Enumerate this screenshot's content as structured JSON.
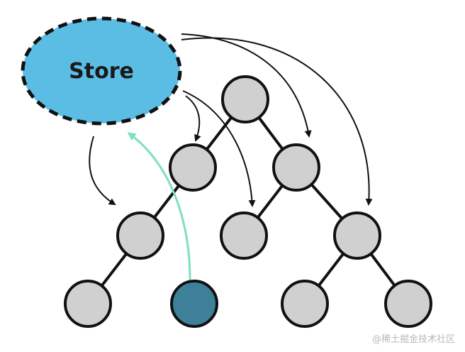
{
  "store": {
    "label": "Store",
    "fill_color": "#5bbde4",
    "border_style": "dashed"
  },
  "tree": {
    "node_fill_color": "#d0d0d0",
    "highlighted_node_color": "#3e7f9a",
    "edge_color": "#111111",
    "nodes": [
      {
        "id": "root",
        "level": 0,
        "highlighted": false
      },
      {
        "id": "l1-left",
        "level": 1,
        "highlighted": false
      },
      {
        "id": "l1-right",
        "level": 1,
        "highlighted": false
      },
      {
        "id": "l2-a",
        "level": 2,
        "highlighted": false
      },
      {
        "id": "l2-b",
        "level": 2,
        "highlighted": false
      },
      {
        "id": "l2-c",
        "level": 2,
        "highlighted": false
      },
      {
        "id": "l3-a",
        "level": 3,
        "highlighted": false
      },
      {
        "id": "l3-b",
        "level": 3,
        "highlighted": true
      },
      {
        "id": "l3-c",
        "level": 3,
        "highlighted": false
      },
      {
        "id": "l3-d",
        "level": 3,
        "highlighted": false
      }
    ],
    "edges": [
      [
        "root",
        "l1-left"
      ],
      [
        "root",
        "l1-right"
      ],
      [
        "l1-left",
        "l2-a"
      ],
      [
        "l1-right",
        "l2-b"
      ],
      [
        "l1-right",
        "l2-c"
      ],
      [
        "l2-a",
        "l3-a"
      ],
      [
        "l2-c",
        "l3-c"
      ],
      [
        "l2-c",
        "l3-d"
      ]
    ]
  },
  "arrows": {
    "subscribe_color": "#111111",
    "dispatch_color": "#7fe0bd",
    "from_store_to": [
      "l1-left",
      "l1-right",
      "l2-a",
      "l2-b",
      "l2-c"
    ],
    "to_store_from": [
      "l3-b"
    ]
  },
  "watermark": {
    "text": "@稀土掘金技术社区"
  }
}
